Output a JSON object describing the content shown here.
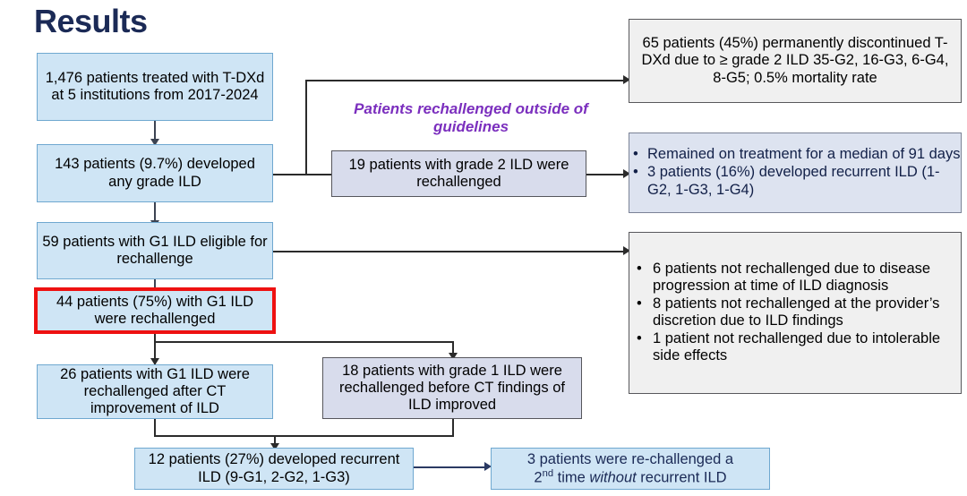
{
  "title": "Results",
  "callout": "Patients rechallenged outside of guidelines",
  "nodes": {
    "treated": "1,476 patients treated with T-DXd at 5 institutions from 2017-2024",
    "any_grade_ild": "143 patients (9.7%) developed any grade ILD",
    "eligible_g1": "59 patients with G1 ILD eligible for rechallenge",
    "rechallenged_g1": "44 patients (75%) with G1 ILD were rechallenged",
    "after_ct": "26 patients with G1 ILD were rechallenged after CT improvement of ILD",
    "before_ct": "18 patients with grade 1 ILD were rechallenged before CT findings of ILD improved",
    "recurrent": "12 patients (27%) developed recurrent ILD (9-G1, 2-G2, 1-G3)",
    "grade2_rechallenged": "19 patients with grade 2 ILD were rechallenged",
    "discontinued": "65 patients (45%) permanently discontinued T-DXd due to ≥ grade 2 ILD 35-G2, 16-G3, 6-G4, 8-G5; 0.5% mortality rate",
    "second_challenge_pre": "3 patients were re-challenged a",
    "second_challenge_sup": "nd",
    "second_challenge_mid": " time ",
    "second_challenge_italic": "without",
    "second_challenge_post": " recurrent ILD",
    "second_challenge_num": "2"
  },
  "grade2_outcomes": [
    "Remained on treatment for a median of 91 days",
    "3 patients (16%) developed recurrent ILD (1-G2, 1-G3, 1-G4)"
  ],
  "not_rechallenged_reasons": [
    "6 patients not rechallenged due to disease progression at time of ILD diagnosis",
    "8 patients not rechallenged at the provider’s discretion due to ILD findings",
    "1 patient not rechallenged due to intolerable side effects"
  ],
  "colors": {
    "title_navy": "#1b2a56",
    "callout_purple": "#7b2fbe",
    "box_blue_fill": "#cfe5f5",
    "box_blue_border": "#6fa8d0",
    "box_lavender_fill": "#d8dcec",
    "box_gray_fill": "#f0f0f0",
    "highlight_red": "#ee1111",
    "connector": "#2b2b2b"
  }
}
